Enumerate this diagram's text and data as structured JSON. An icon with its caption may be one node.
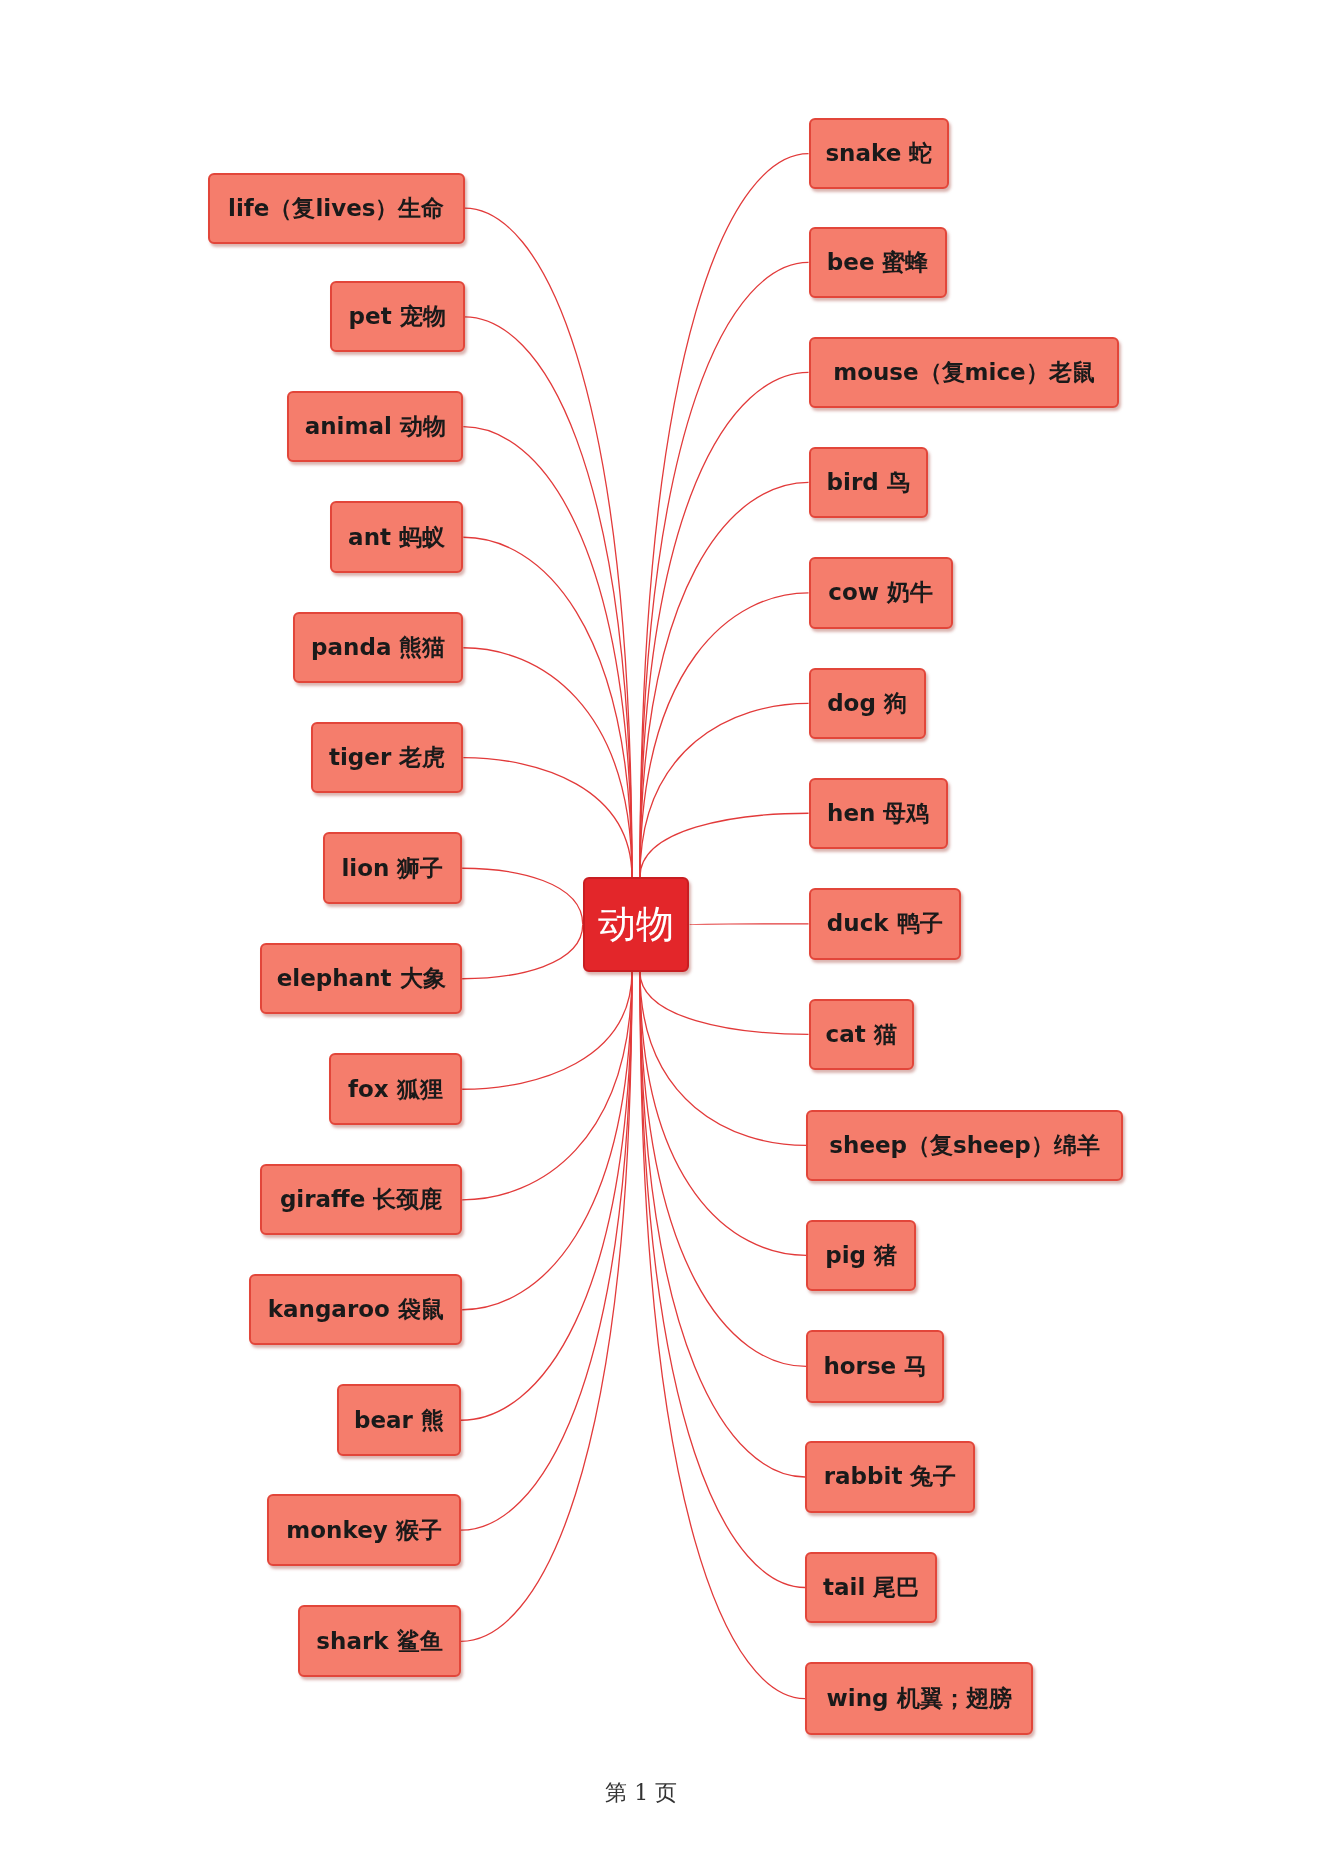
{
  "diagram": {
    "nodes": [
      {
        "text": [
          "动物"
        ]
      },
      {
        "text": [
          "life（复lives）生命"
        ]
      },
      {
        "text": [
          "pet 宠物"
        ]
      },
      {
        "text": [
          "animal 动物"
        ]
      },
      {
        "text": [
          "ant 蚂蚁"
        ]
      },
      {
        "text": [
          "panda 熊猫"
        ]
      },
      {
        "text": [
          "tiger 老虎"
        ]
      },
      {
        "text": [
          "lion 狮子"
        ]
      },
      {
        "text": [
          "elephant 大象"
        ]
      },
      {
        "text": [
          "fox 狐狸"
        ]
      },
      {
        "text": [
          "giraffe 长颈鹿"
        ]
      },
      {
        "text": [
          "kangaroo 袋鼠"
        ]
      },
      {
        "text": [
          "bear 熊"
        ]
      },
      {
        "text": [
          "monkey 猴子"
        ]
      },
      {
        "text": [
          "shark 鲨鱼"
        ]
      },
      {
        "text": [
          "snake 蛇"
        ]
      },
      {
        "text": [
          "bee 蜜蜂"
        ]
      },
      {
        "text": [
          "mouse（复mice）老鼠"
        ]
      },
      {
        "text": [
          "bird 鸟"
        ]
      },
      {
        "text": [
          "cow 奶牛"
        ]
      },
      {
        "text": [
          "dog 狗"
        ]
      },
      {
        "text": [
          "hen 母鸡"
        ]
      },
      {
        "text": [
          "duck 鸭子"
        ]
      },
      {
        "text": [
          "cat 猫"
        ]
      },
      {
        "text": [
          "sheep（复sheep）绵羊"
        ]
      },
      {
        "text": [
          "pig 猪"
        ]
      },
      {
        "text": [
          "horse 马"
        ]
      },
      {
        "text": [
          "rabbit 兔子"
        ]
      },
      {
        "text": [
          "tail 尾巴"
        ]
      },
      {
        "text": [
          "wing 机翼；翅膀"
        ]
      }
    ],
    "edges": [
      {
        "from": 0,
        "to": 1,
        "arrow": "none"
      },
      {
        "from": 0,
        "to": 2,
        "arrow": "none"
      },
      {
        "from": 0,
        "to": 3,
        "arrow": "none"
      },
      {
        "from": 0,
        "to": 4,
        "arrow": "none"
      },
      {
        "from": 0,
        "to": 5,
        "arrow": "none"
      },
      {
        "from": 0,
        "to": 6,
        "arrow": "none"
      },
      {
        "from": 0,
        "to": 7,
        "arrow": "none"
      },
      {
        "from": 0,
        "to": 8,
        "arrow": "none"
      },
      {
        "from": 0,
        "to": 9,
        "arrow": "none"
      },
      {
        "from": 0,
        "to": 10,
        "arrow": "none"
      },
      {
        "from": 0,
        "to": 11,
        "arrow": "none"
      },
      {
        "from": 0,
        "to": 12,
        "arrow": "none"
      },
      {
        "from": 0,
        "to": 13,
        "arrow": "none"
      },
      {
        "from": 0,
        "to": 14,
        "arrow": "none"
      },
      {
        "from": 0,
        "to": 15,
        "arrow": "none"
      },
      {
        "from": 0,
        "to": 16,
        "arrow": "none"
      },
      {
        "from": 0,
        "to": 17,
        "arrow": "none"
      },
      {
        "from": 0,
        "to": 18,
        "arrow": "none"
      },
      {
        "from": 0,
        "to": 19,
        "arrow": "none"
      },
      {
        "from": 0,
        "to": 20,
        "arrow": "none"
      },
      {
        "from": 0,
        "to": 21,
        "arrow": "none"
      },
      {
        "from": 0,
        "to": 22,
        "arrow": "none"
      },
      {
        "from": 0,
        "to": 23,
        "arrow": "none"
      },
      {
        "from": 0,
        "to": 24,
        "arrow": "none"
      },
      {
        "from": 0,
        "to": 25,
        "arrow": "none"
      },
      {
        "from": 0,
        "to": 26,
        "arrow": "none"
      },
      {
        "from": 0,
        "to": 27,
        "arrow": "none"
      },
      {
        "from": 0,
        "to": 28,
        "arrow": "none"
      },
      {
        "from": 0,
        "to": 29,
        "arrow": "none"
      }
    ],
    "labels": [
      "第 1 页"
    ]
  }
}
